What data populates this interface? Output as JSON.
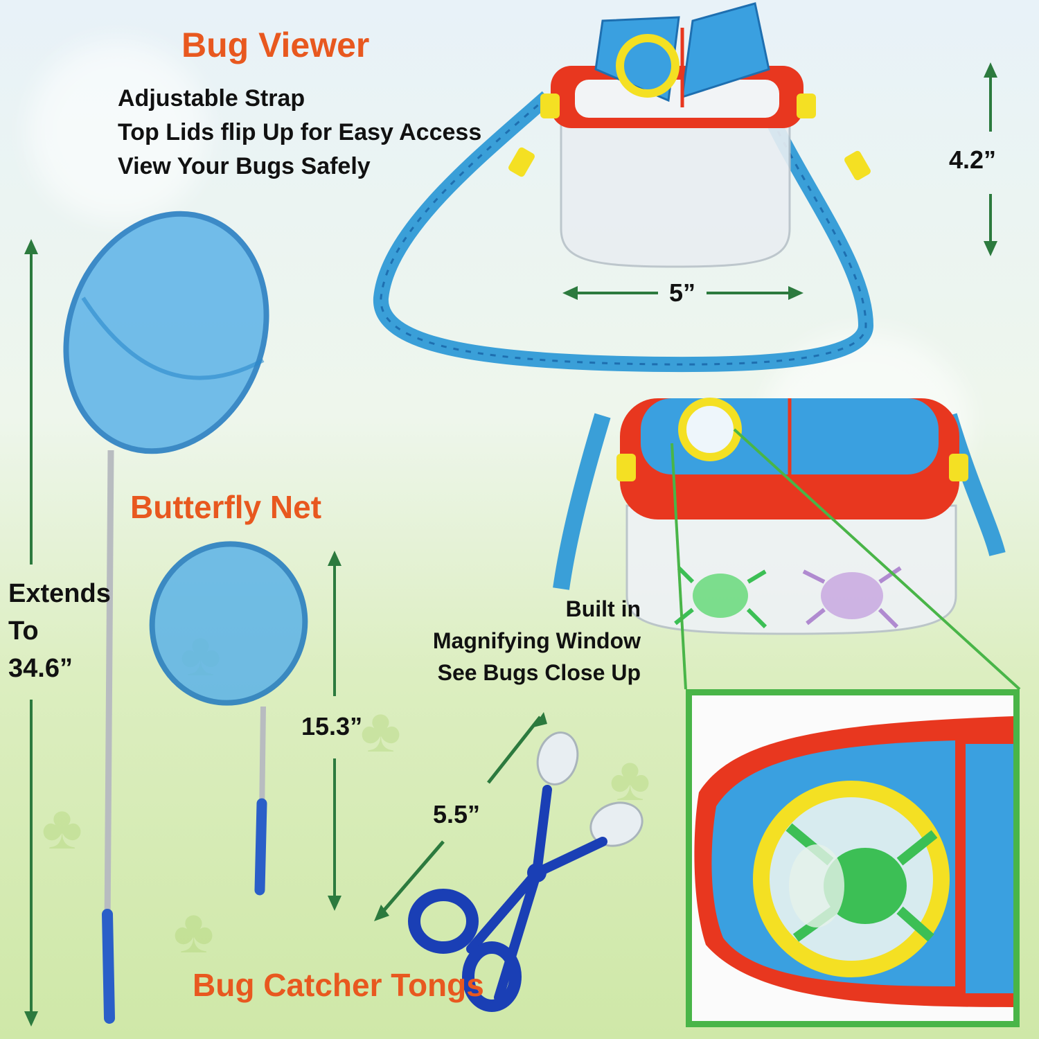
{
  "bug_viewer": {
    "title": "Bug Viewer",
    "features": [
      "Adjustable Strap",
      "Top Lids flip Up for Easy Access",
      "View Your Bugs Safely"
    ],
    "height_dim": "4.2”",
    "width_dim": "5”"
  },
  "butterfly_net": {
    "title": "Butterfly Net",
    "extends_lines": [
      "Extends",
      "To",
      "34.6”"
    ],
    "small_dim": "15.3”"
  },
  "magnifier": {
    "lines": [
      "Built in",
      "Magnifying Window",
      "See Bugs Close Up"
    ]
  },
  "tongs": {
    "title": "Bug Catcher Tongs",
    "dim": "5.5”"
  },
  "colors": {
    "title_orange": "#e8581f",
    "arrow_green": "#2c7a3e",
    "inset_border": "#49b548",
    "net_blue": "#3a9fd8",
    "lid_red": "#e8371f",
    "lid_blue": "#3aa0e0",
    "ring_yellow": "#f4e023",
    "tong_blue": "#1a3fb5"
  }
}
